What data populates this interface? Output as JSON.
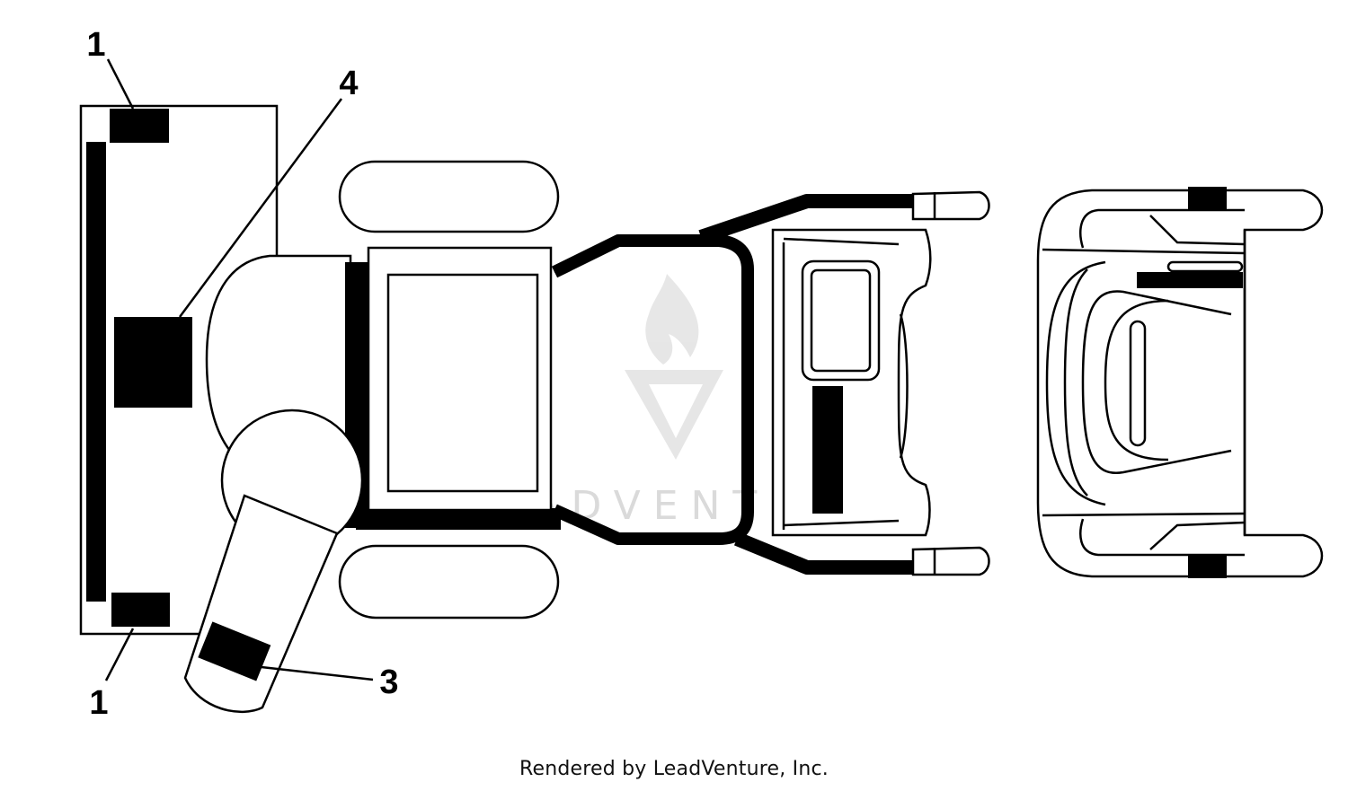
{
  "diagram": {
    "callouts": [
      "1",
      "4",
      "1",
      "3"
    ]
  },
  "watermark": {
    "brand_text": "LEADVENTURE",
    "color": "#d6d6d6"
  },
  "footer": {
    "text": "Rendered by LeadVenture, Inc."
  },
  "colors": {
    "ink": "#000000",
    "paper": "#ffffff"
  }
}
